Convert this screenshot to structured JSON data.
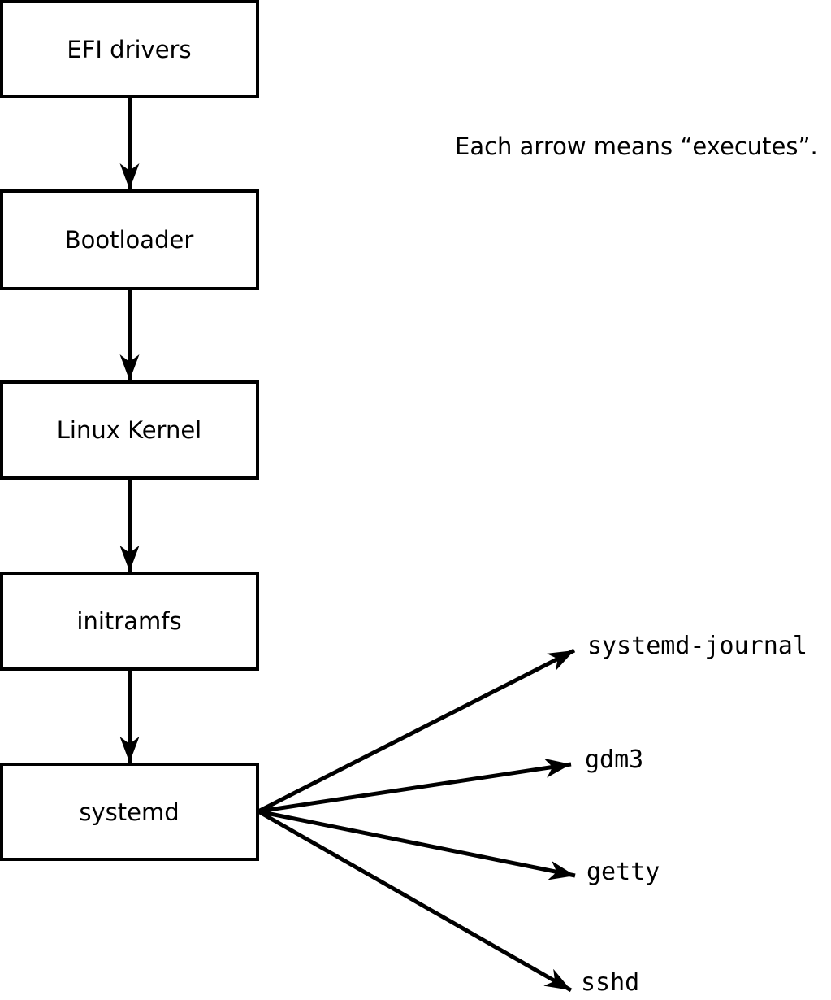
{
  "colors": {
    "ink": "#000000",
    "background": "#ffffff"
  },
  "caption": "Each arrow means “executes”.",
  "boot_chain": [
    {
      "label": "EFI drivers"
    },
    {
      "label": "Bootloader"
    },
    {
      "label": "Linux Kernel"
    },
    {
      "label": "initramfs"
    },
    {
      "label": "systemd"
    }
  ],
  "systemd_children": [
    {
      "label": "systemd-journal"
    },
    {
      "label": "gdm3"
    },
    {
      "label": "getty"
    },
    {
      "label": "sshd"
    }
  ]
}
